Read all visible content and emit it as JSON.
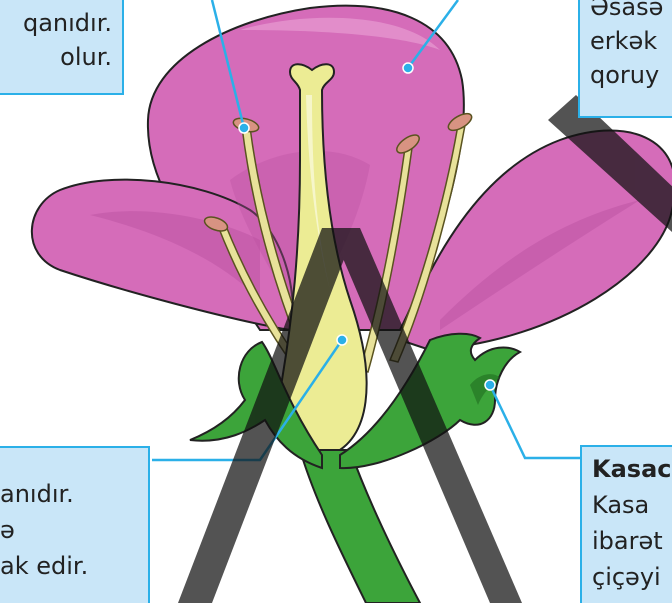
{
  "labels": {
    "top_left": {
      "lines": [
        "qanıdır.",
        "olur."
      ]
    },
    "top_right": {
      "lines": [
        "Əsasə",
        "erkək",
        "qoruy"
      ]
    },
    "bottom_left": {
      "lines": [
        "anıdır.",
        "ə",
        "ak edir."
      ]
    },
    "bottom_right": {
      "title": "Kasac",
      "lines": [
        "Kasa",
        "ibarət",
        "çiçəyi"
      ]
    }
  },
  "colors": {
    "petal": "#d56cb9",
    "petal_dark": "#b94fa0",
    "pistil": "#ecec94",
    "stamen": "#e8e29a",
    "anther": "#d89382",
    "sepal": "#3ca43a",
    "sepal_dark": "#1f6e1f",
    "pointer_line": "#2bb0e8",
    "label_bg": "#c9e6f8",
    "watermark": "#111111"
  }
}
